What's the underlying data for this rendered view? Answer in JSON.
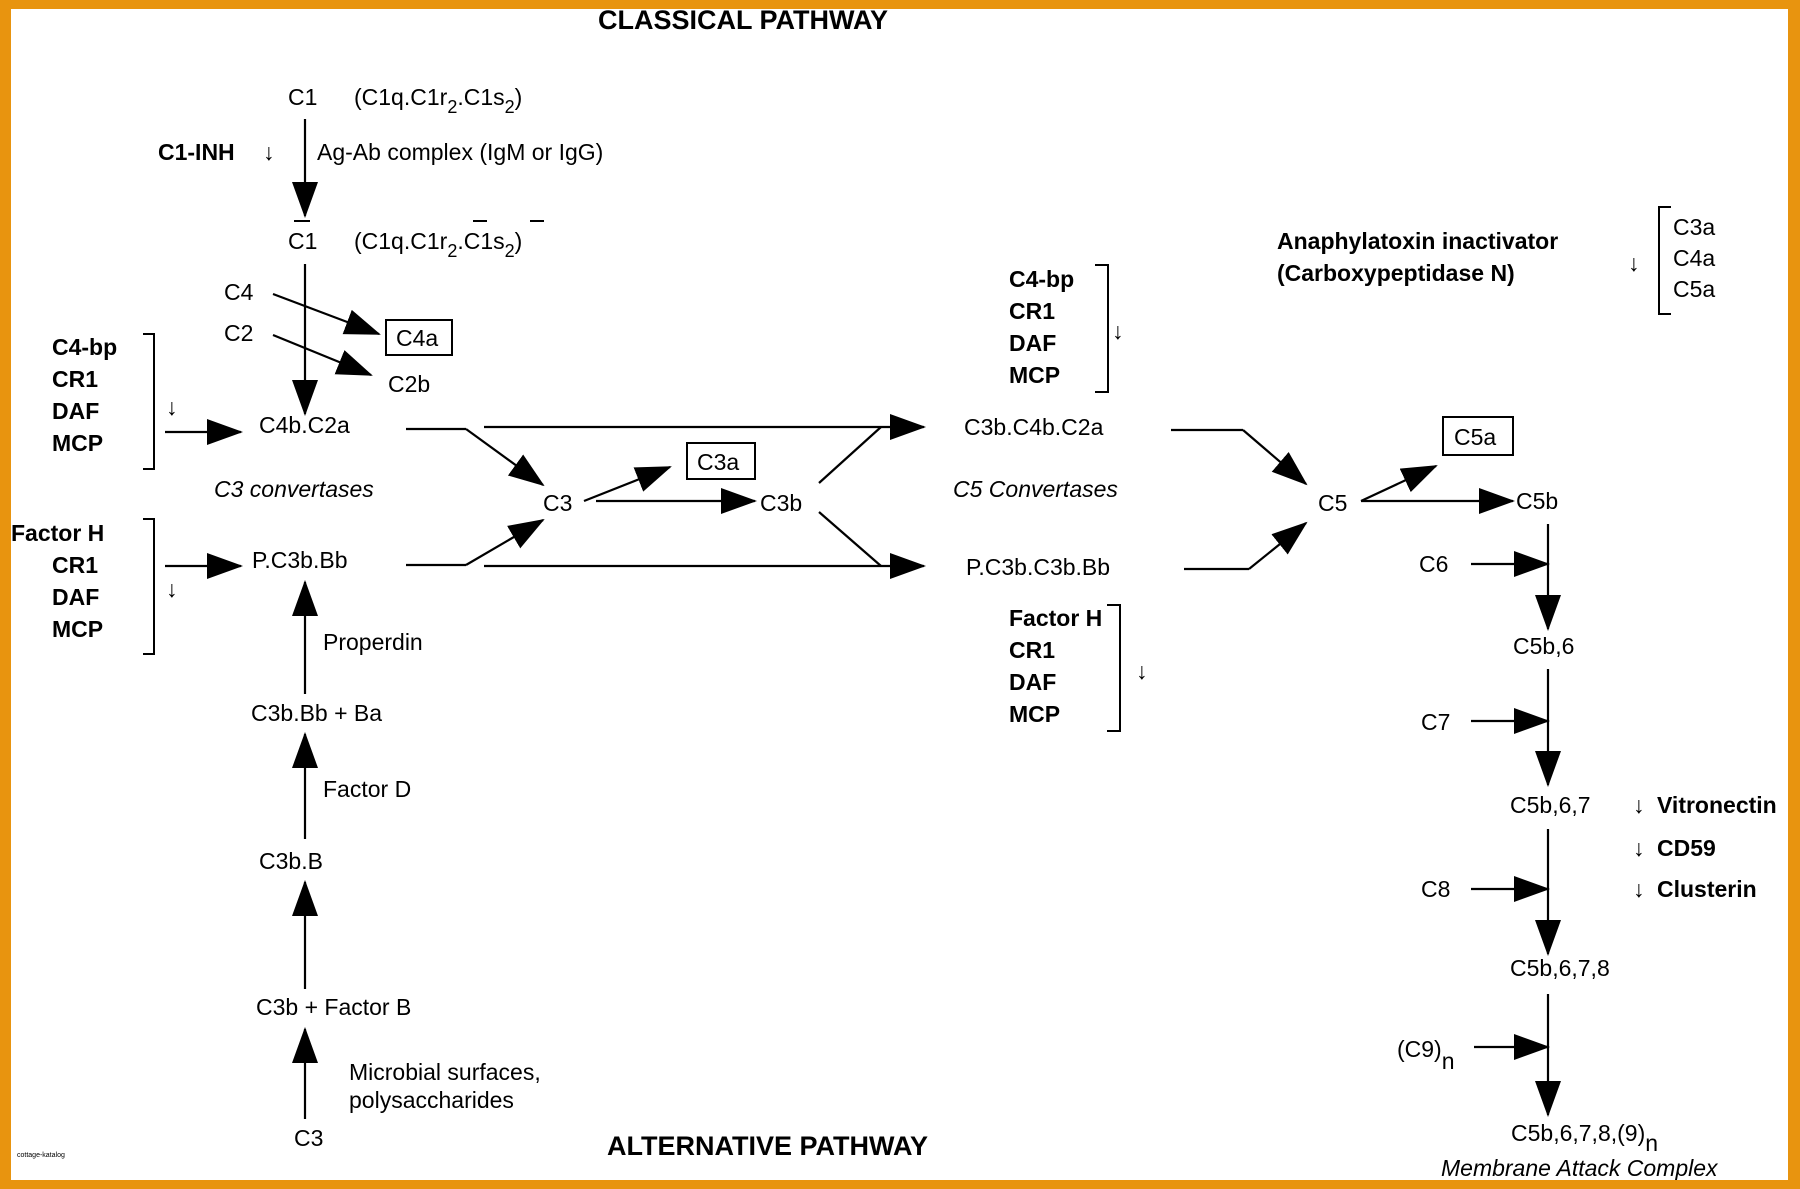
{
  "titles": {
    "classical": "CLASSICAL PATHWAY",
    "alternative": "ALTERNATIVE PATHWAY",
    "mac": "Membrane Attack Complex"
  },
  "classical": {
    "c1": "C1",
    "c1_formula": "(C1q.C1r",
    "c1_formula_mid": ".C1s",
    "c1_formula_end": ")",
    "sub2": "2",
    "c1_inh": "C1-INH",
    "ag_ab": "Ag-Ab complex (IgM or IgG)",
    "c1_active": "C1",
    "c4": "C4",
    "c2": "C2",
    "c4a": "C4a",
    "c2b": "C2b",
    "c4b_c2a": "C4b.C2a"
  },
  "regulators_left_top": [
    "C4-bp",
    "CR1",
    "DAF",
    "MCP"
  ],
  "regulators_left_bottom": [
    "Factor H",
    "CR1",
    "DAF",
    "MCP"
  ],
  "regulators_mid_top": [
    "C4-bp",
    "CR1",
    "DAF",
    "MCP"
  ],
  "regulators_mid_bottom": [
    "Factor H",
    "CR1",
    "DAF",
    "MCP"
  ],
  "down_arrow": "↓",
  "c3_convertases": "C3 convertases",
  "c5_convertases": "C5 Convertases",
  "c3": "C3",
  "c3a": "C3a",
  "c3b": "C3b",
  "c5_conv_classical": "C3b.C4b.C2a",
  "c5_conv_alternative": "P.C3b.C3b.Bb",
  "alternative": {
    "p_c3b_bb": "P.C3b.Bb",
    "properdin": "Properdin",
    "c3b_bb_ba": "C3b.Bb + Ba",
    "factor_d": "Factor D",
    "c3b_b": "C3b.B",
    "c3b_factor_b": "C3b + Factor B",
    "microbial_1": "Microbial surfaces,",
    "microbial_2": "polysaccharides",
    "c3_start": "C3"
  },
  "anaphylatoxin": {
    "line1": "Anaphylatoxin inactivator",
    "line2": "(Carboxypeptidase N)",
    "items": [
      "C3a",
      "C4a",
      "C5a"
    ]
  },
  "terminal": {
    "c5": "C5",
    "c5a": "C5a",
    "c5b": "C5b",
    "c6": "C6",
    "c5b6": "C5b,6",
    "c7": "C7",
    "c5b67": "C5b,6,7",
    "c8": "C8",
    "c5b678": "C5b,6,7,8",
    "c9": "(C9)",
    "n": "n",
    "c5b6789": "C5b,6,7,8,(9)",
    "vitronectin": "Vitronectin",
    "cd59": "CD59",
    "clusterin": "Clusterin"
  },
  "watermark": "cottage-katalog"
}
